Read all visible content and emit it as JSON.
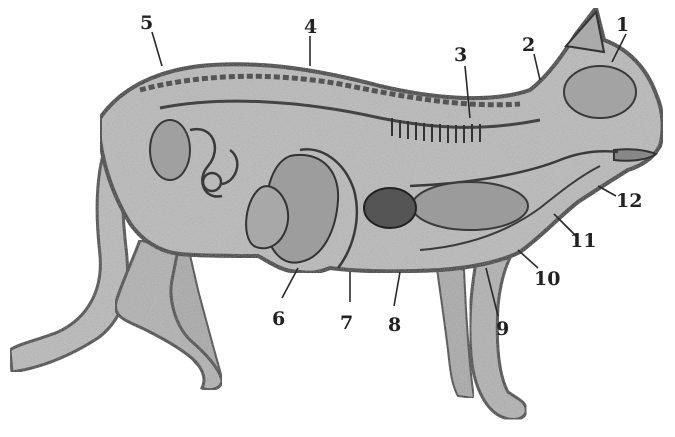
{
  "colors": {
    "background": "#ffffff",
    "body_fill": "#b9b9b9",
    "outline": "#3a3a3a",
    "label": "#222222"
  },
  "labels": {
    "l1": "1",
    "l2": "2",
    "l3": "3",
    "l4": "4",
    "l5": "5",
    "l6": "6",
    "l7": "7",
    "l8": "8",
    "l9": "9",
    "l10": "10",
    "l11": "11",
    "l12": "12"
  }
}
